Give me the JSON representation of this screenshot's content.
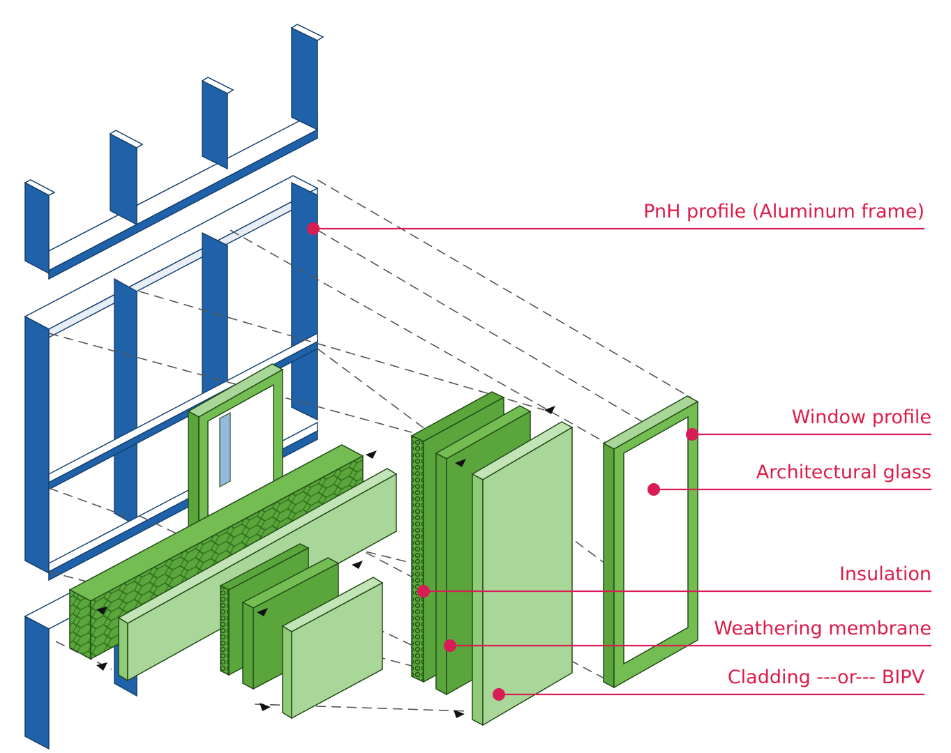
{
  "colors": {
    "frame_blue": "#1f62a9",
    "frame_blue_dark": "#154b86",
    "green_dark": "#5aa63c",
    "green_mid": "#73bd52",
    "green_light": "#a9d79a",
    "outline": "#234a17",
    "callout": "#d81d55",
    "label_text": "#dd1c48",
    "dashes": "#555555"
  },
  "labels": {
    "pnh_profile": "PnH profile (Aluminum frame)",
    "window_profile": "Window profile",
    "architectural_glass": "Architectural glass",
    "insulation": "Insulation",
    "weathering_membrane": "Weathering membrane",
    "cladding": "Cladding ---or--- BIPV"
  }
}
